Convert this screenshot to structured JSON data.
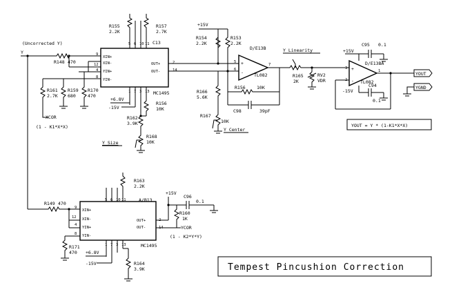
{
  "title": "Tempest Pincushion Correction",
  "inputs": {
    "uncorrected": "(Uncorrected Y)",
    "y": "Y",
    "xcor": "XCOR",
    "ycor": "YCOR"
  },
  "outputs": {
    "yout": "YOUT",
    "ygnd": "YGND"
  },
  "formulas": {
    "xcor": "(1 - K1*X*X)",
    "ycor": "(1 - K2*Y*Y)",
    "yout": "YOUT = Y * (1-K1*X*X)"
  },
  "rails": {
    "p15": "+15V",
    "n15": "-15V",
    "p68": "+6.8V"
  },
  "labels": {
    "y_size": "Y Size",
    "y_center": "Y Center",
    "y_linearity": "Y Linearity"
  },
  "chips": {
    "mc1495": "MC1495",
    "c13": "C13",
    "ab13": "A/B13",
    "d_e13b": "D/E13B",
    "d_e13ba": "D/E13BA",
    "tl082": "TL082"
  },
  "pins": {
    "xin_p": "XIN+",
    "xin_n": "XIN-",
    "yin_p": "YIN+",
    "yin_n": "YIN-",
    "out_p": "OUT+",
    "out_n": "OUT-"
  },
  "resistors": {
    "r148": "R148",
    "r148_v": "470",
    "r149": "R149",
    "r149_v": "470",
    "r155": "R155",
    "r155_v": "2.2K",
    "r157": "R157",
    "r157_v": "2.7K",
    "r161": "R161",
    "r161_v": "2.7K",
    "r159": "R159",
    "r159_v": "680",
    "r170": "R170",
    "r170_v": "470",
    "r156": "R156",
    "r156_v": "10K",
    "r162": "R162",
    "r162_v": "3.9K",
    "r168": "R168",
    "r168_v": "10K",
    "r154": "R154",
    "r154_v": "2.2K",
    "r153": "R153",
    "r153_v": "2.2K",
    "r166": "R166",
    "r166_v": "5.6K",
    "r158": "R156",
    "r158_v": "10K",
    "r167": "R167",
    "r167_v": "10K",
    "r165": "R165",
    "r165_v": "2K",
    "rv2": "RV2",
    "rv2_v": "VDR",
    "r163": "R163",
    "r163_v": "2.2K",
    "r160": "R160",
    "r160_v": "1K",
    "r171": "R171",
    "r171_v": "470",
    "r164": "R164",
    "r164_v": "3.9K"
  },
  "capacitors": {
    "c95": "C95",
    "c95_v": "0.1",
    "c94": "C94",
    "c94_v": "0.1",
    "c98": "C98",
    "c98_v": "39pF",
    "c96": "C96",
    "c96_v": "0.1"
  },
  "pin_numbers": {
    "p9": "9",
    "p12": "12",
    "p4": "4",
    "p8": "8",
    "p2": "2",
    "p14": "14",
    "p1": "1",
    "p3": "3",
    "p5": "5",
    "p6": "6",
    "p7": "7",
    "p10": "10",
    "p11": "11",
    "p13": "13"
  }
}
